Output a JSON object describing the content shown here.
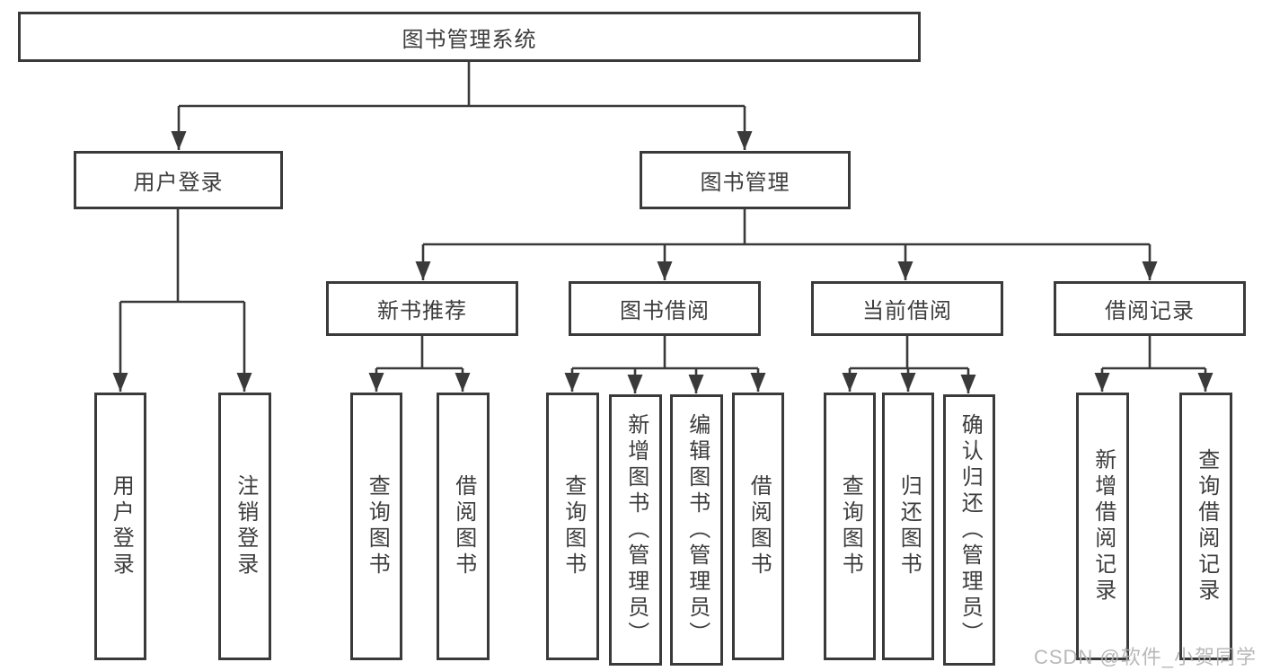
{
  "root": {
    "label": "图书管理系统"
  },
  "branches": [
    {
      "label": "用户登录",
      "leaves": [
        "用户登录",
        "注销登录"
      ]
    },
    {
      "label": "图书管理",
      "groups": [
        {
          "label": "新书推荐",
          "leaves": [
            "查询图书",
            "借阅图书"
          ]
        },
        {
          "label": "图书借阅",
          "leaves": [
            "查询图书",
            "新增图书（管理员）",
            "编辑图书（管理员）",
            "借阅图书"
          ]
        },
        {
          "label": "当前借阅",
          "leaves": [
            "查询图书",
            "归还图书",
            "确认归还（管理员）"
          ]
        },
        {
          "label": "借阅记录",
          "leaves": [
            "新增借阅记录",
            "查询借阅记录"
          ]
        }
      ]
    }
  ],
  "watermark": "CSDN @软件_小贺同学",
  "colors": {
    "line": "#3a3a3a",
    "text": "#3d3d3d",
    "background": "#ffffff",
    "watermark": "#b2b2b2"
  }
}
